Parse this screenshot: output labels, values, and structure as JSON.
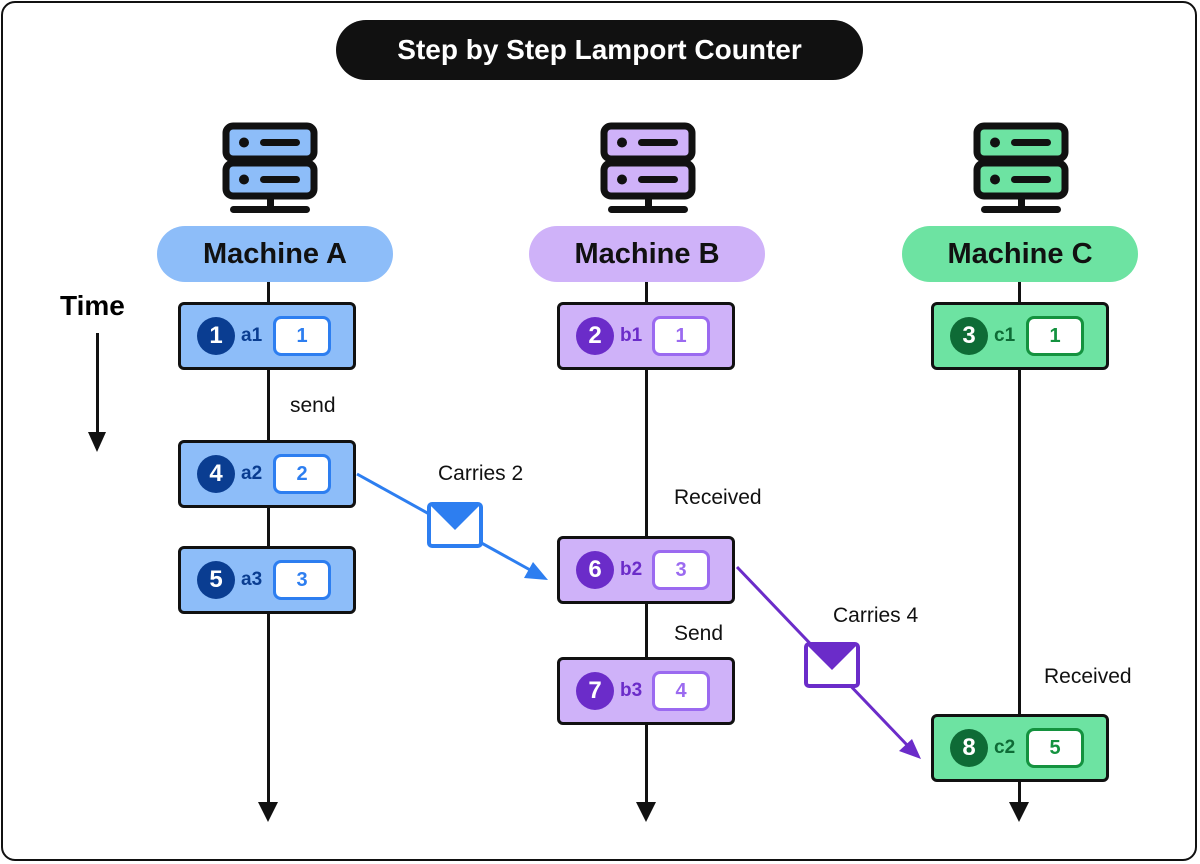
{
  "title": "Step by Step Lamport Counter",
  "time_label": "Time",
  "colors": {
    "machine_a": "#8dbdf9",
    "machine_b": "#cfb2f9",
    "machine_c": "#6de3a2",
    "message_a_to_b": "#2d7ef0",
    "message_b_to_c": "#6b2cc9"
  },
  "machines": [
    {
      "id": "a",
      "label": "Machine A",
      "icon": "server-icon"
    },
    {
      "id": "b",
      "label": "Machine B",
      "icon": "server-icon"
    },
    {
      "id": "c",
      "label": "Machine C",
      "icon": "server-icon"
    }
  ],
  "events": [
    {
      "step": "1",
      "name": "a1",
      "counter": "1"
    },
    {
      "step": "2",
      "name": "b1",
      "counter": "1"
    },
    {
      "step": "3",
      "name": "c1",
      "counter": "1"
    },
    {
      "step": "4",
      "name": "a2",
      "counter": "2"
    },
    {
      "step": "5",
      "name": "a3",
      "counter": "3"
    },
    {
      "step": "6",
      "name": "b2",
      "counter": "3"
    },
    {
      "step": "7",
      "name": "b3",
      "counter": "4"
    },
    {
      "step": "8",
      "name": "c2",
      "counter": "5"
    }
  ],
  "notes": {
    "a_send": "send",
    "b_received": "Received",
    "b_send": "Send",
    "c_received": "Received"
  },
  "messages": [
    {
      "label": "Carries 2",
      "icon": "envelope-icon"
    },
    {
      "label": "Carries 4",
      "icon": "envelope-icon"
    }
  ]
}
